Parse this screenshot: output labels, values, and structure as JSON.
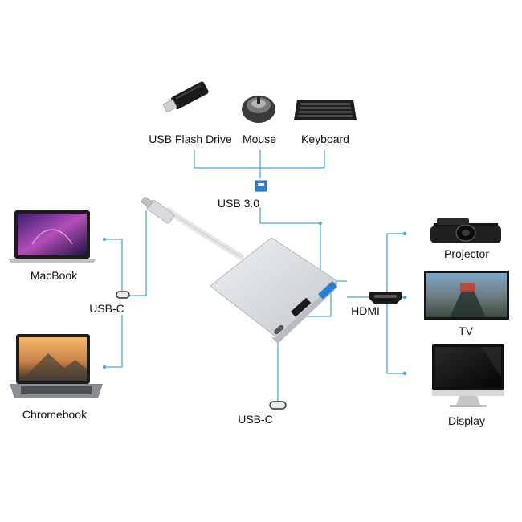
{
  "peripherals": {
    "usb_flash_drive": "USB Flash Drive",
    "mouse": "Mouse",
    "keyboard": "Keyboard"
  },
  "ports": {
    "usb3": "USB 3.0",
    "usbc_left": "USB-C",
    "usbc_bottom": "USB-C",
    "hdmi": "HDMI"
  },
  "computers": {
    "macbook": "MacBook",
    "chromebook": "Chromebook"
  },
  "displays": {
    "projector": "Projector",
    "tv": "TV",
    "display": "Display"
  },
  "colors": {
    "connector_line": "#4aa8d8",
    "adapter_body": "#d4d7da",
    "adapter_face": "#e9ebed",
    "port_blue": "#2b7fd0",
    "hdmi_port": "#1a1a1a"
  }
}
